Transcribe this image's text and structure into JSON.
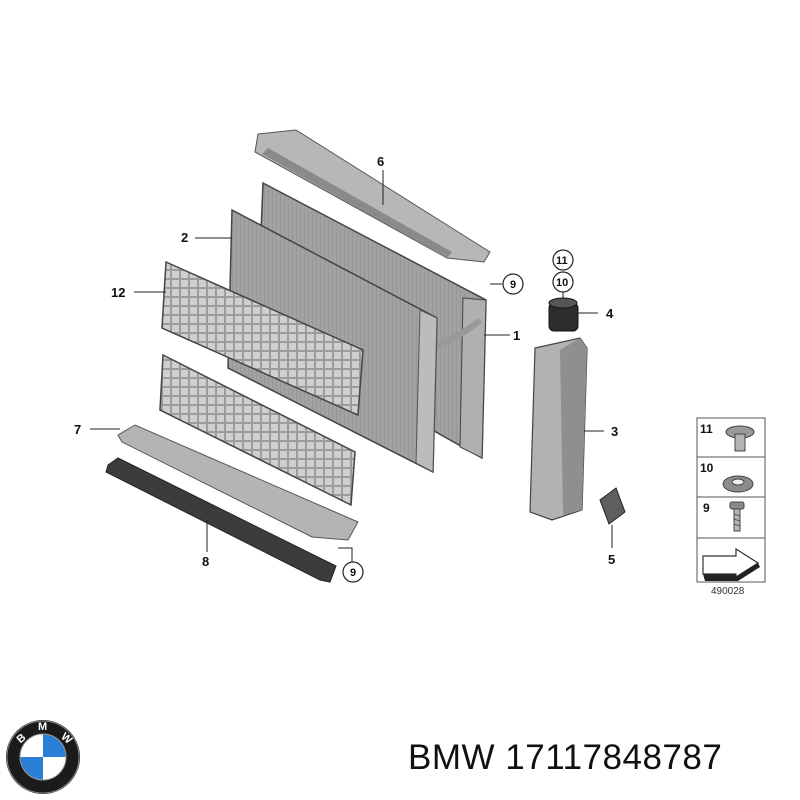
{
  "diagram": {
    "callouts": {
      "c1": "1",
      "c2": "2",
      "c3": "3",
      "c4": "4",
      "c5": "5",
      "c6": "6",
      "c7": "7",
      "c8": "8",
      "c9a": "9",
      "c9b": "9",
      "c10": "10",
      "c11": "11",
      "c12": "12"
    },
    "legend": {
      "n11": "11",
      "n10": "10",
      "n9": "9"
    },
    "reference_number": "490028"
  },
  "caption": {
    "brand": "BMW",
    "part_number": "17117848787"
  },
  "logo": {
    "letters": [
      "B",
      "M",
      "W"
    ]
  },
  "colors": {
    "part_fill": "#a9a9a9",
    "part_dark": "#6e6e6e",
    "line": "#222222",
    "bmw_blue": "#2a7fd4"
  }
}
